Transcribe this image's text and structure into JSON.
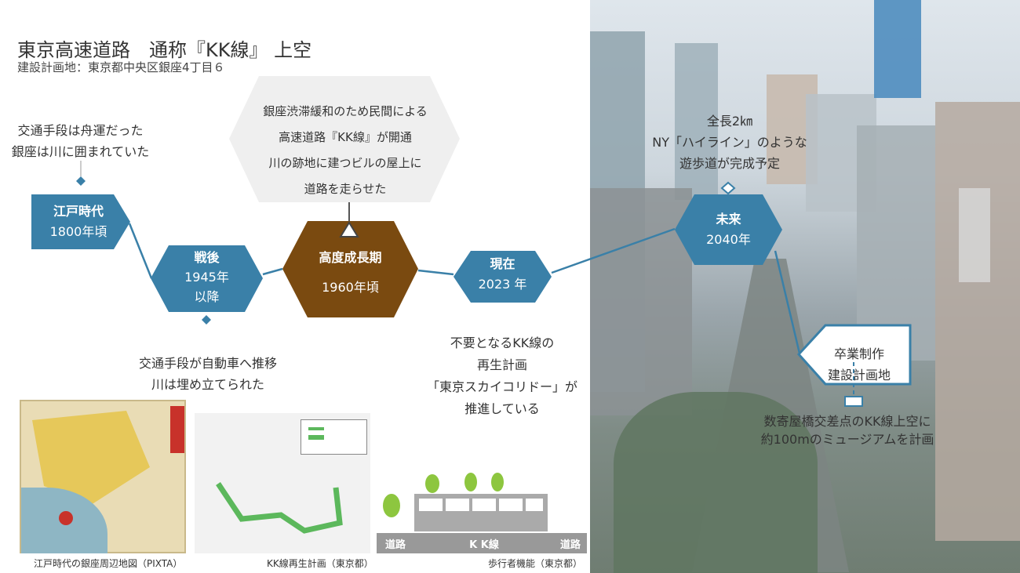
{
  "title": "東京高速道路　通称『KK線』 上空",
  "subtitle": "建設計画地：東京都中央区銀座4丁目６",
  "colors": {
    "accent": "#3a80a8",
    "brown": "#7a4a10",
    "grey_hex": "#efefef"
  },
  "timeline": [
    {
      "label": "江戸時代",
      "year": "1800年頃",
      "note": [
        "交通手段は舟運だった",
        "銀座は川に囲まれていた"
      ]
    },
    {
      "label": "戦後",
      "year": "1945年",
      "year2": "以降",
      "note": [
        "交通手段が自動車へ推移",
        "川は埋め立てられた"
      ]
    },
    {
      "label": "高度成長期",
      "year": "1960年頃",
      "note": [
        "銀座渋滞緩和のため民間による",
        "高速道路『KK線』が開通",
        "川の跡地に建つビルの屋上に",
        "道路を走らせた"
      ]
    },
    {
      "label": "現在",
      "year": "2023 年",
      "note": [
        "不要となるKK線の",
        "再生計画",
        "「東京スカイコリドー」が",
        "推進している"
      ]
    },
    {
      "label": "未来",
      "year": "2040年",
      "note": [
        "全長2㎞",
        "NY「ハイライン」のような",
        "遊歩道が完成予定"
      ]
    }
  ],
  "site": {
    "label": [
      "卒業制作",
      "建設計画地"
    ],
    "note": [
      "数寄屋橋交差点のKK線上空に",
      "約100mのミュージアムを計画"
    ]
  },
  "images": [
    {
      "caption": "江戸時代の銀座周辺地図（PIXTA）"
    },
    {
      "caption": "KK線再生計画（東京都）"
    },
    {
      "caption": "歩行者機能（東京都）",
      "labels": [
        "道路",
        "K K線",
        "道路"
      ]
    }
  ]
}
